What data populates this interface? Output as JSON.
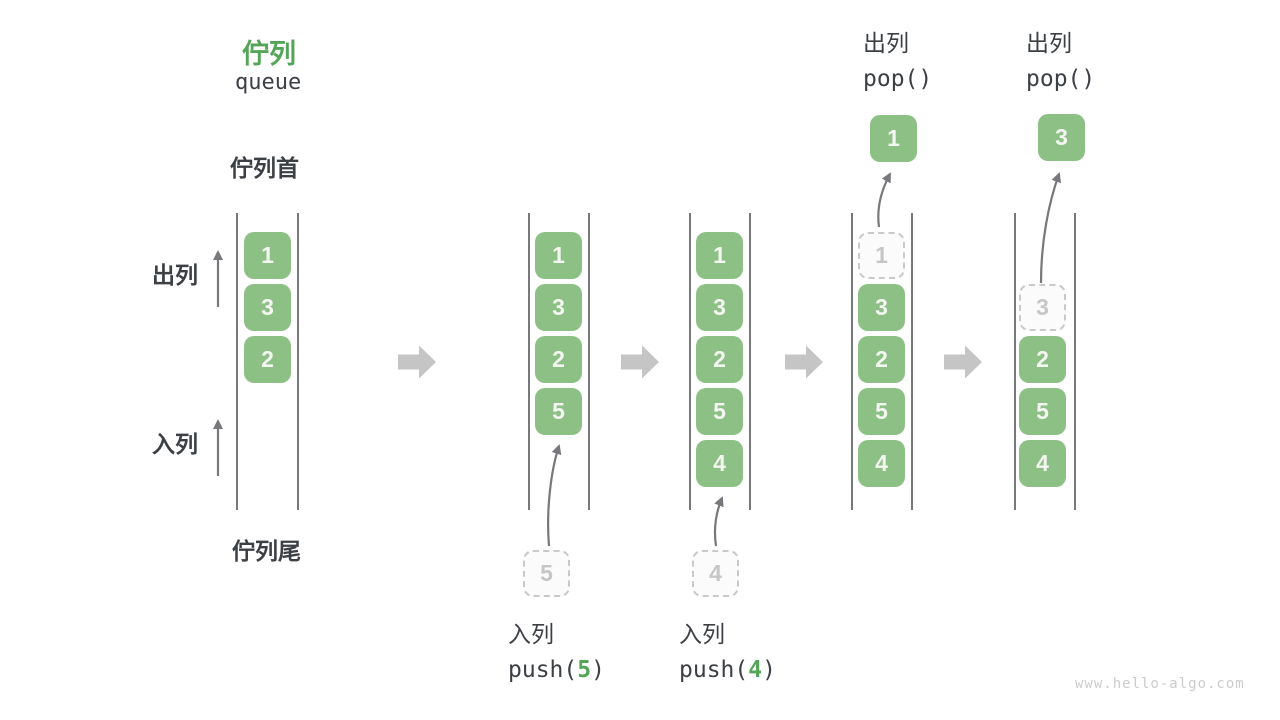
{
  "title": {
    "zh": "佇列",
    "en": "queue"
  },
  "side_labels": {
    "front": "佇列首",
    "rear": "佇列尾",
    "dequeue": "出列",
    "enqueue": "入列"
  },
  "watermark": "www.hello-algo.com",
  "colors": {
    "green": "#8CC085",
    "green_text": "#55A558",
    "dark_text": "#3C4045",
    "cell_text": "#F4F6F1",
    "line": "#55565A",
    "thin_arrow": "#77787B",
    "block_arrow": "#C5C5C6",
    "dashed_border": "#C9C9C9",
    "dashed_fill": "#FBFBFB",
    "dashed_text": "#C6C6C6",
    "watermark": "#CCCCCC"
  },
  "states": [
    {
      "boxes": [
        "1",
        "3",
        "2"
      ]
    },
    {
      "boxes": [
        "1",
        "3",
        "2",
        "5"
      ],
      "incoming": "5",
      "op_label": "入列",
      "op_fn": "push(",
      "op_arg": "5",
      "op_close": ")"
    },
    {
      "boxes": [
        "1",
        "3",
        "2",
        "5",
        "4"
      ],
      "incoming": "4",
      "op_label": "入列",
      "op_fn": "push(",
      "op_arg": "4",
      "op_close": ")"
    },
    {
      "boxes": [
        "3",
        "2",
        "5",
        "4"
      ],
      "removed": "1",
      "popped": "1",
      "op_label": "出列",
      "op_code": "pop()"
    },
    {
      "boxes": [
        "2",
        "5",
        "4"
      ],
      "removed": "3",
      "popped": "3",
      "op_label": "出列",
      "op_code": "pop()"
    }
  ]
}
